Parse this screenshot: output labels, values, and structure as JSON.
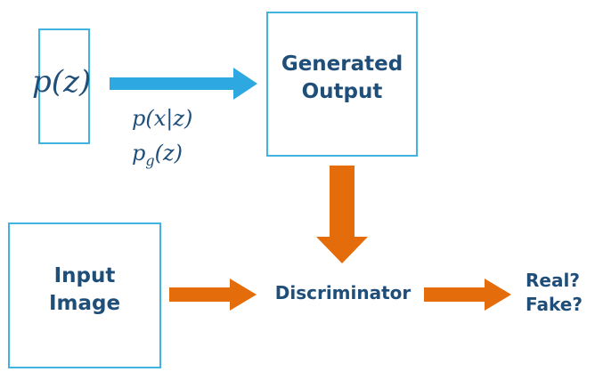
{
  "latent": {
    "label": "p(z)"
  },
  "distributions": {
    "conditional": "p(x|z)",
    "generator_base": "p",
    "generator_sub": "g",
    "generator_arg": "(z)"
  },
  "generated_output": {
    "line1": "Generated",
    "line2": "Output"
  },
  "input_image": {
    "line1": "Input",
    "line2": "Image"
  },
  "discriminator": {
    "label": "Discriminator"
  },
  "result": {
    "line1": "Real?",
    "line2": "Fake?"
  },
  "colors": {
    "box_border": "#41b3e0",
    "blue_arrow": "#2ea8e0",
    "orange_arrow": "#e46c0a",
    "text": "#1f4e79"
  }
}
